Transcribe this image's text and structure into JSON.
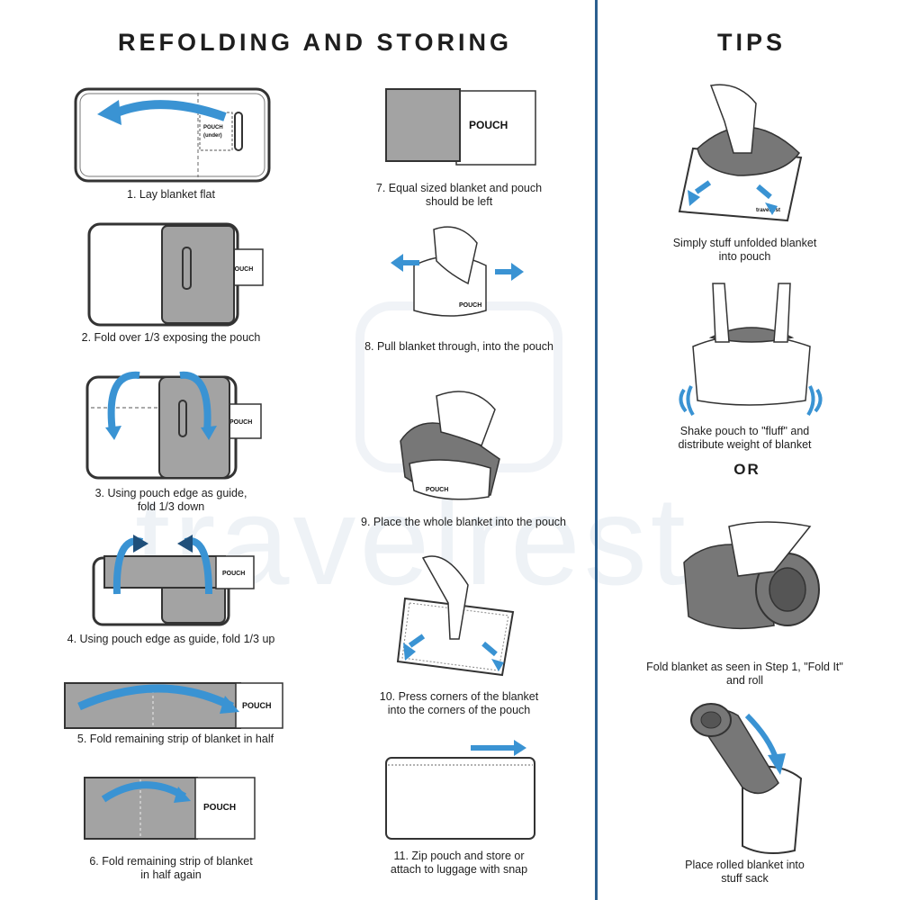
{
  "heading": {
    "main": "REFOLDING AND STORING",
    "tips": "TIPS"
  },
  "watermark": "travelrest",
  "colors": {
    "accent": "#3a93d3",
    "divider": "#2c5f8f",
    "blanket": "#a3a3a3",
    "outline": "#333333"
  },
  "labels": {
    "pouch": "POUCH",
    "pouch_under_1": "POUCH",
    "pouch_under_2": "(under)",
    "brand": "travelrest"
  },
  "steps": [
    {
      "caption_1": "1. Lay blanket flat"
    },
    {
      "caption_1": "2. Fold over 1/3 exposing the pouch"
    },
    {
      "caption_1": "3. Using pouch edge as guide,",
      "caption_2": "fold 1/3 down"
    },
    {
      "caption_1": "4. Using pouch edge as guide, fold 1/3 up"
    },
    {
      "caption_1": "5. Fold remaining strip of blanket in half"
    },
    {
      "caption_1": "6. Fold remaining strip of blanket",
      "caption_2": "in half again"
    },
    {
      "caption_1": "7. Equal sized blanket and pouch",
      "caption_2": "should be left"
    },
    {
      "caption_1": "8. Pull blanket through, into the pouch"
    },
    {
      "caption_1": "9. Place the whole blanket into the pouch"
    },
    {
      "caption_1": "10. Press corners of the blanket",
      "caption_2": "into the corners of the pouch"
    },
    {
      "caption_1": "11. Zip pouch and store or",
      "caption_2": "attach to luggage with snap"
    }
  ],
  "tips": [
    {
      "caption_1": "Simply stuff unfolded blanket",
      "caption_2": "into pouch"
    },
    {
      "caption_1": "Shake pouch to \"fluff\" and",
      "caption_2": "distribute weight of blanket"
    },
    {
      "caption_1": "Fold blanket as seen in Step 1, \"Fold It\"",
      "caption_2": "and roll"
    },
    {
      "caption_1": "Place rolled blanket into",
      "caption_2": "stuff sack"
    }
  ],
  "or_label": "OR"
}
